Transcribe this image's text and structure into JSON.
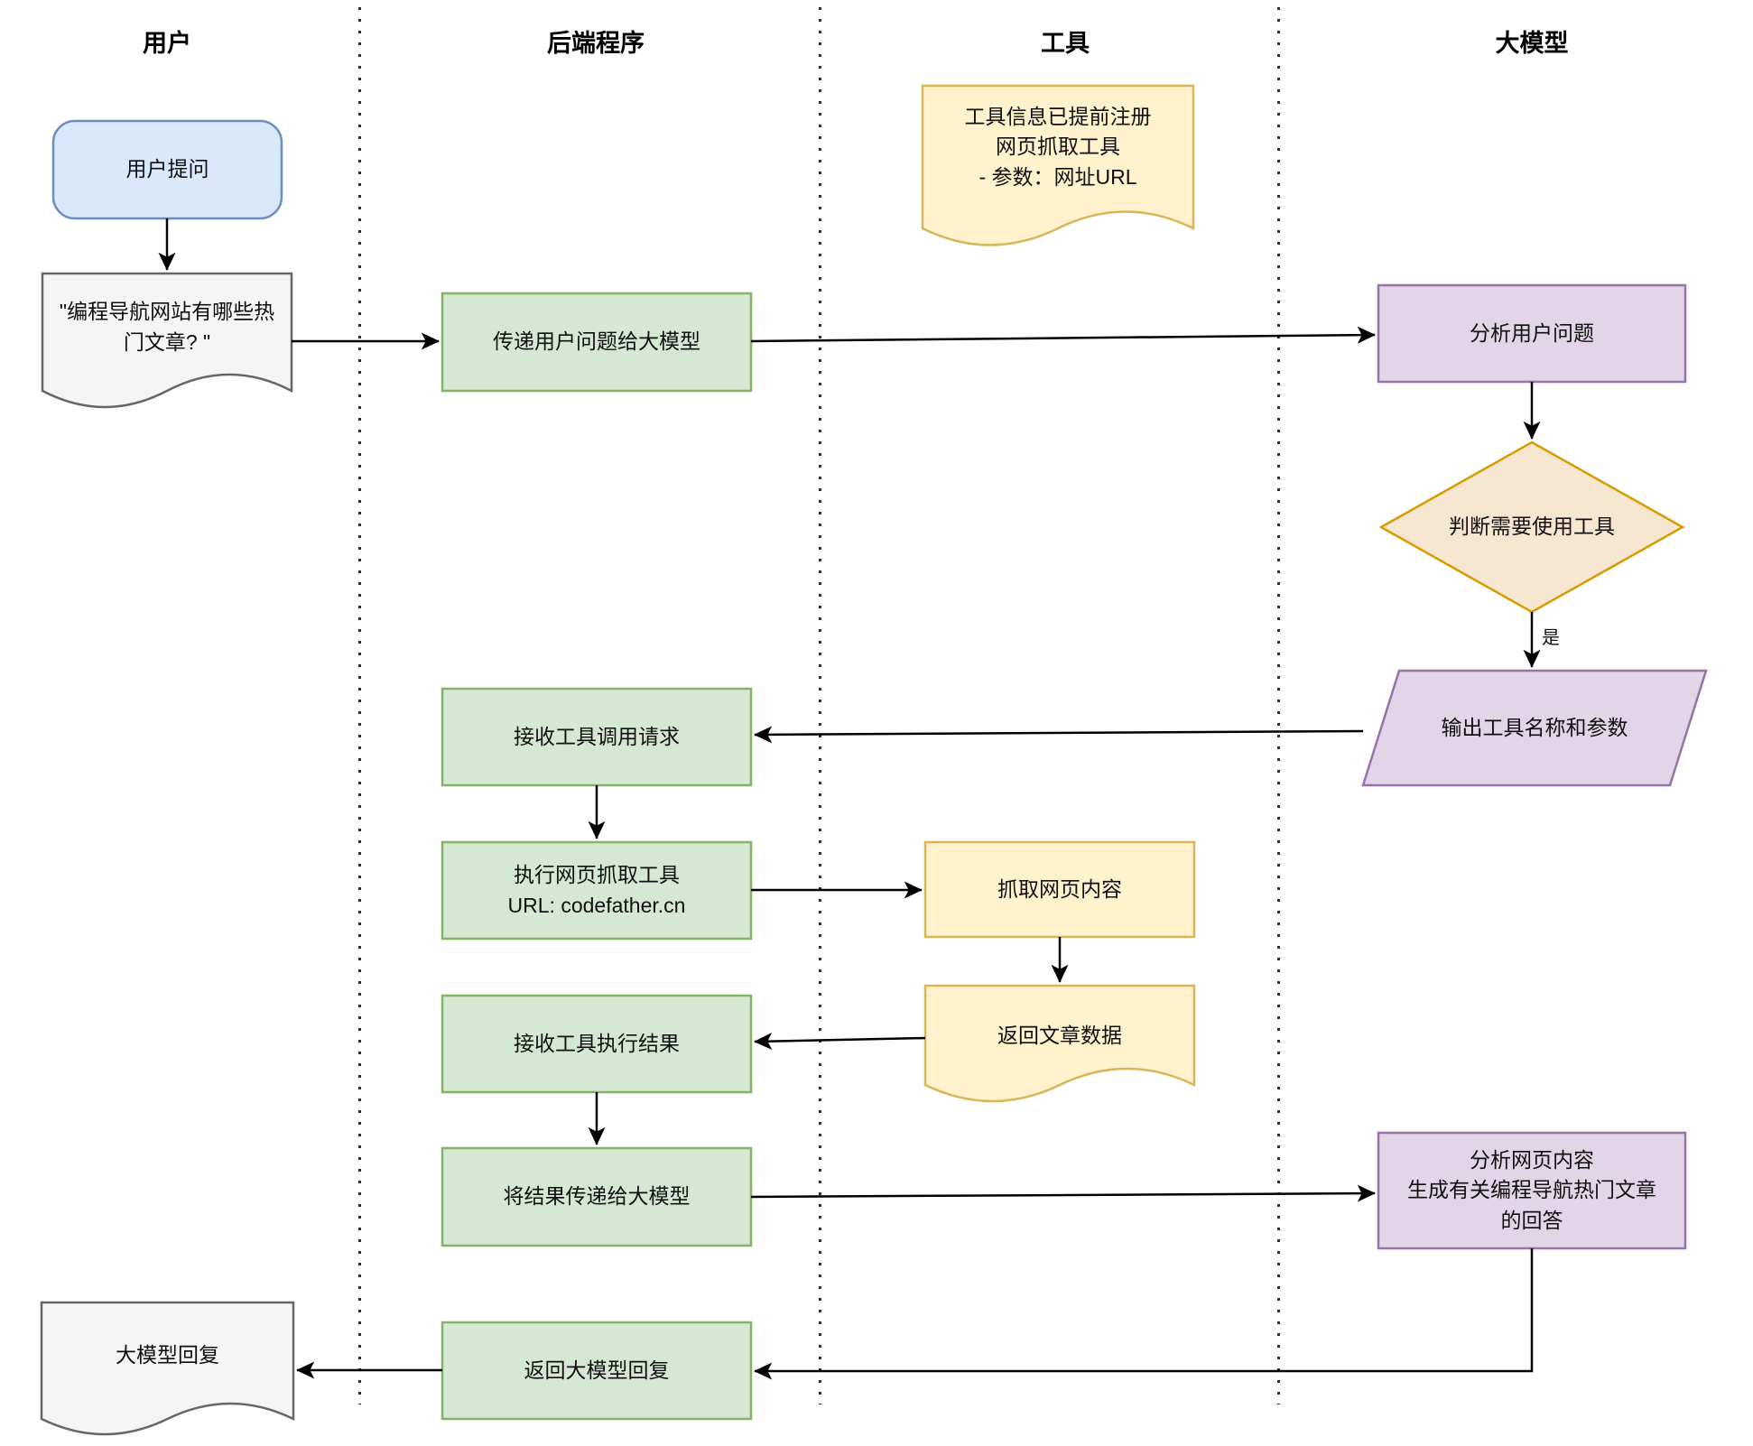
{
  "lanes": [
    {
      "label": "用户"
    },
    {
      "label": "后端程序"
    },
    {
      "label": "工具"
    },
    {
      "label": "大模型"
    }
  ],
  "nodes": {
    "user_question": {
      "label": "用户提问"
    },
    "question_doc": {
      "label": "\"编程导航网站有哪些热\n门文章? \""
    },
    "tool_note": {
      "label": "工具信息已提前注册\n网页抓取工具\n- 参数：网址URL"
    },
    "pass_question": {
      "label": "传递用户问题给大模型"
    },
    "analyze_question": {
      "label": "分析用户问题"
    },
    "decide_tool": {
      "label": "判断需要使用工具"
    },
    "output_tool": {
      "label": "输出工具名称和参数"
    },
    "receive_call": {
      "label": "接收工具调用请求"
    },
    "exec_tool": {
      "label": "执行网页抓取工具\nURL: codefather.cn"
    },
    "fetch_content": {
      "label": "抓取网页内容"
    },
    "return_data": {
      "label": "返回文章数据"
    },
    "receive_result": {
      "label": "接收工具执行结果"
    },
    "pass_result": {
      "label": "将结果传递给大模型"
    },
    "analyze_content": {
      "label": "分析网页内容\n生成有关编程导航热门文章\n的回答"
    },
    "return_reply": {
      "label": "返回大模型回复"
    },
    "model_reply": {
      "label": "大模型回复"
    }
  },
  "edge_labels": {
    "yes": "是"
  },
  "colors": {
    "user_fill": "#dae8fc",
    "user_stroke": "#6c8ebf",
    "doc_fill": "#f5f5f5",
    "doc_stroke": "#666666",
    "process_fill": "#d5e8d4",
    "process_stroke": "#82b366",
    "tool_fill": "#fff2cc",
    "tool_stroke": "#d6b656",
    "decision_fill": "#f8e7d0",
    "decision_stroke": "#d79b00",
    "model_fill": "#e1d5e7",
    "model_stroke": "#9673a6",
    "connector": "#000000"
  }
}
